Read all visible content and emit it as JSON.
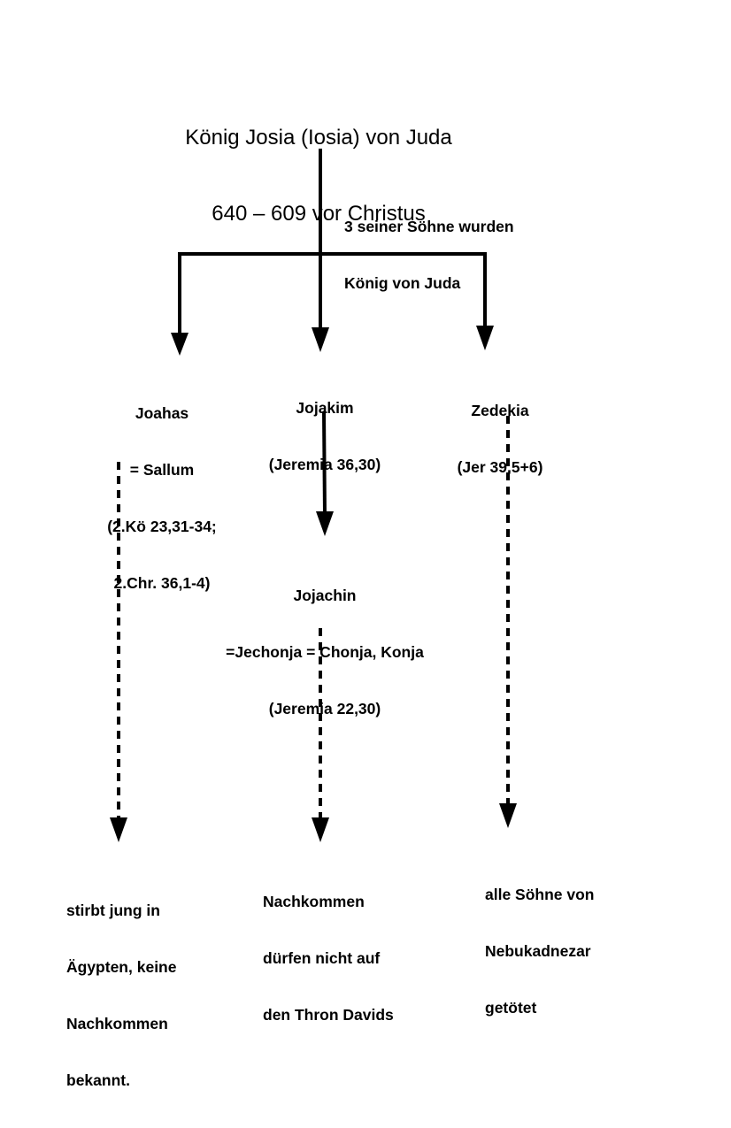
{
  "title": {
    "line1": "König Josia (Iosia) von Juda",
    "line2": "640 – 609 vor Christus"
  },
  "branch_note": {
    "line1": "3 seiner Söhne wurden",
    "line2": "König von Juda"
  },
  "sons": {
    "joahas": {
      "line1": "Joahas",
      "line2": "= Sallum",
      "line3": "(2.Kö 23,31-34;",
      "line4": "2.Chr. 36,1-4)"
    },
    "jojakim": {
      "line1": "Jojakim",
      "line2": "(Jeremia 36,30)"
    },
    "zedekia": {
      "line1": "Zedekia",
      "line2": "(Jer 39,5+6)"
    }
  },
  "grandson": {
    "line1": "Jojachin",
    "line2": "=Jechonja = Chonja, Konja",
    "line3": "(Jeremia 22,30)"
  },
  "outcomes": {
    "joahas": {
      "line1": "stirbt jung in",
      "line2": "Ägypten, keine",
      "line3": "Nachkommen",
      "line4": "bekannt."
    },
    "jojachin": {
      "line1": "Nachkommen",
      "line2": "dürfen nicht auf",
      "line3": "den Thron Davids"
    },
    "zedekia": {
      "line1": "alle Söhne von",
      "line2": "Nebukadnezar",
      "line3": "getötet"
    }
  },
  "colors": {
    "ink": "#000000",
    "background": "#ffffff"
  }
}
